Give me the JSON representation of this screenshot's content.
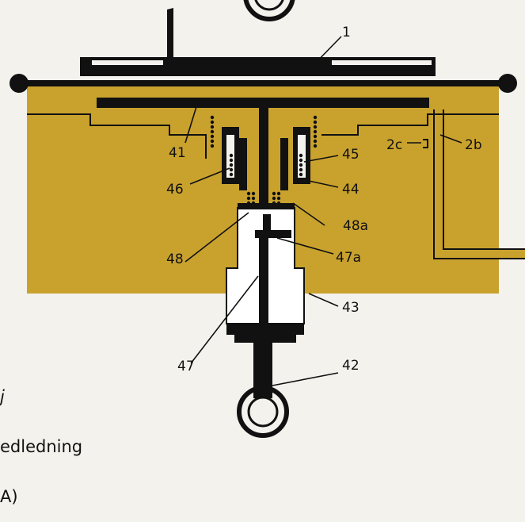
{
  "diagram": {
    "labels": {
      "l1": "1",
      "l2b": "2b",
      "l2c": "2c",
      "l41": "41",
      "l42": "42",
      "l43": "43",
      "l44": "44",
      "l45": "45",
      "l46": "46",
      "l47": "47",
      "l47a": "47a",
      "l48": "48",
      "l48a": "48a"
    },
    "caption": {
      "line1": "j",
      "line2": "edledning",
      "line3": "A)"
    },
    "colors": {
      "body_fill": "#c9a22e",
      "ink": "#111111",
      "paper": "#f4f2ed",
      "cavity": "#ffffff"
    }
  }
}
